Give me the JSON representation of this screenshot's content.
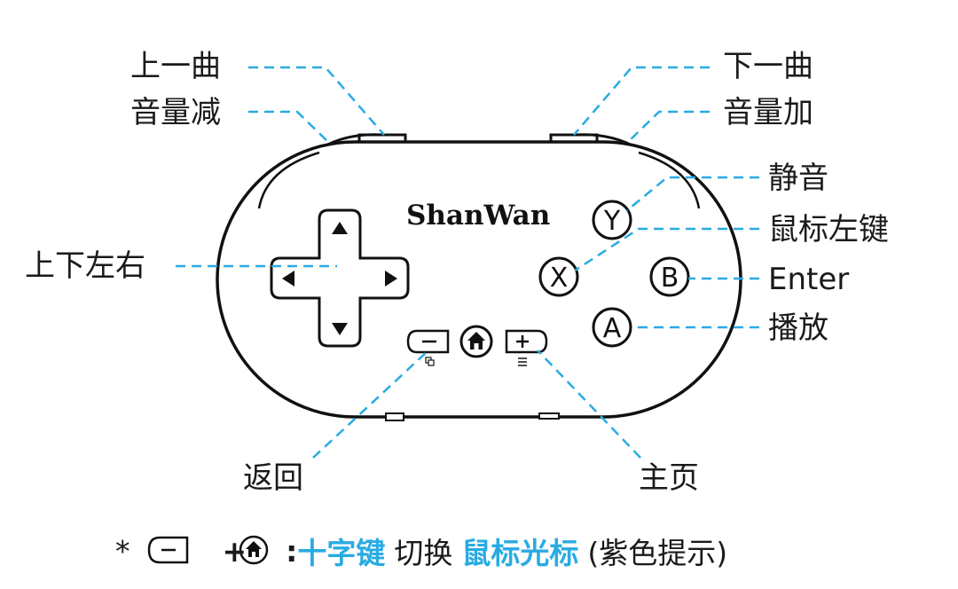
{
  "labels": {
    "prev_track": "上一曲",
    "volume_down": "音量减",
    "next_track": "下一曲",
    "volume_up": "音量加",
    "mute": "静音",
    "mouse_left": "鼠标左键",
    "enter": "Enter",
    "play": "播放",
    "dpad": "上下左右",
    "back": "返回",
    "home": "主页"
  },
  "controller": {
    "brand": "ShanWan",
    "button_y": "Y",
    "button_x": "X",
    "button_b": "B",
    "button_a": "A",
    "minus_symbol": "−",
    "plus_symbol": "+"
  },
  "footnote": {
    "asterisk": "*",
    "plus": "+",
    "colon": ":",
    "dpad_text": "十字键",
    "switch_text": "切换",
    "cursor_text": "鼠标光标",
    "note": "(紫色提示)"
  },
  "colors": {
    "leader_line": "#29abe2",
    "outline": "#111111",
    "highlight": "#29abe2"
  }
}
